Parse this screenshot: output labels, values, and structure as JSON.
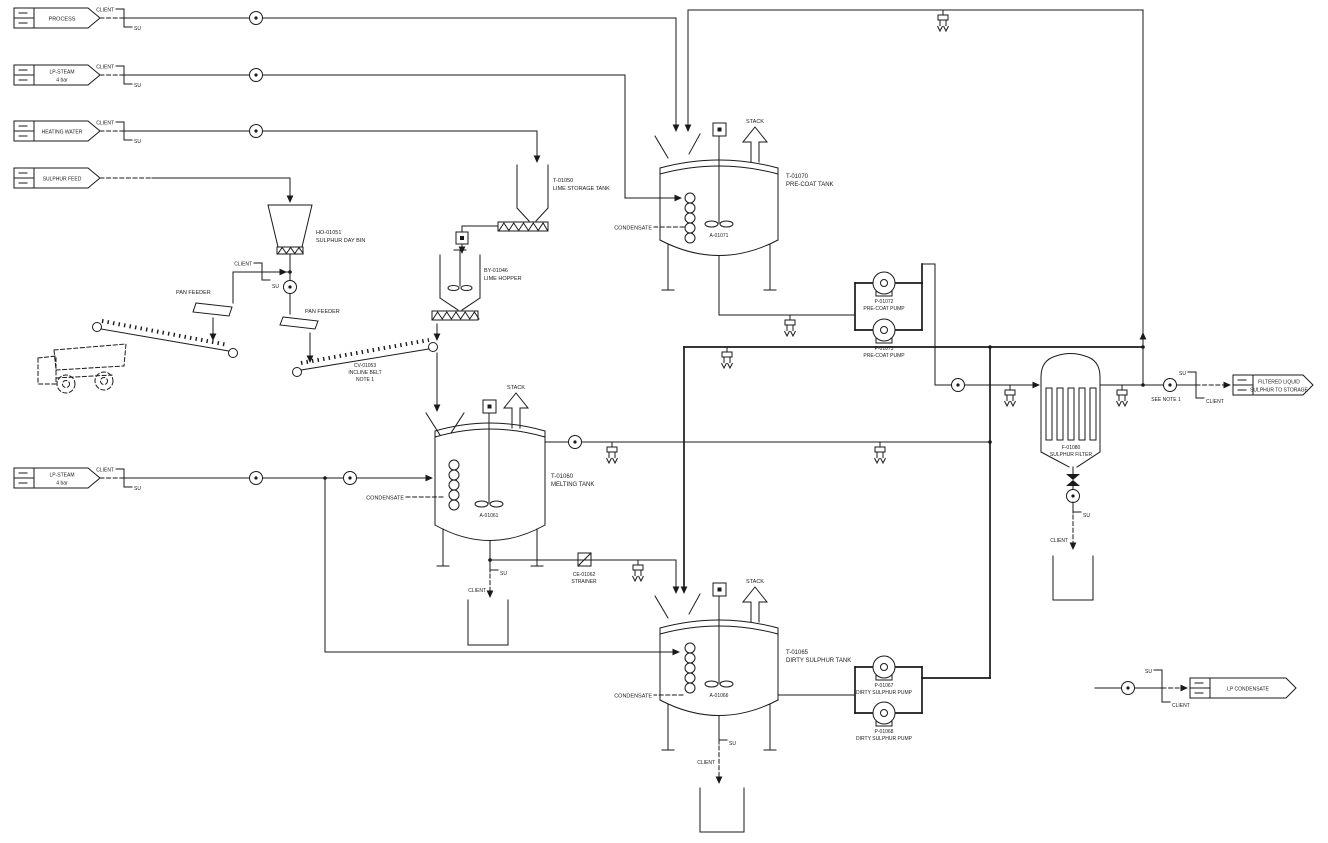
{
  "colors": {
    "ink": "#1a1a1a",
    "bg": "#ffffff"
  },
  "flags": {
    "process": "PROCESS",
    "lp_steam": "LP-STEAM",
    "lp_steam_sub": "4 bar",
    "heating_water": "HEATING WATER",
    "sulphur_feed": "SULPHUR FEED",
    "filtered_1": "FILTERED LIQUID",
    "filtered_2": "SULPHUR TO STORAGE",
    "lp_condensate": "LP CONDENSATE"
  },
  "markers": {
    "client": "CLIENT",
    "su": "SU",
    "stack": "STACK",
    "condensate": "CONDENSATE",
    "see_note": "SEE NOTE 1"
  },
  "equipment": {
    "day_bin_tag": "HO-01051",
    "day_bin_name": "SULPHUR DAY BIN",
    "pan_feeder": "PAN FEEDER",
    "belt_tag": "CV-01053",
    "belt_name": "INCLINE BELT",
    "belt_note": "NOTE 1",
    "lime_tank_tag": "T-01050",
    "lime_tank_name": "LIME STORAGE TANK",
    "lime_hopper_tag": "BY-01046",
    "lime_hopper_name": "LIME HOPPER",
    "melting_tank_tag": "T-01060",
    "melting_tank_name": "MELTING TANK",
    "melting_agitator_tag": "A-01061",
    "strainer_tag": "CE-01062",
    "strainer_name": "STRAINER",
    "precoat_tank_tag": "T-01070",
    "precoat_tank_name": "PRE-COAT TANK",
    "precoat_agitator_tag": "A-01071",
    "precoat_pump_a_tag": "P-01072",
    "precoat_pump_a_name": "PRE-COAT PUMP",
    "precoat_pump_b_tag": "P-01073",
    "precoat_pump_b_name": "PRE-COAT PUMP",
    "dirty_tank_tag": "T-01065",
    "dirty_tank_name": "DIRTY SULPHUR TANK",
    "dirty_agitator_tag": "A-01066",
    "dirty_pump_a_tag": "P-01067",
    "dirty_pump_a_name": "DIRTY SULPHUR PUMP",
    "dirty_pump_b_tag": "P-01068",
    "dirty_pump_b_name": "DIRTY SULPHUR PUMP",
    "filter_tag": "F-01080",
    "filter_name": "SULPHUR FILTER"
  }
}
